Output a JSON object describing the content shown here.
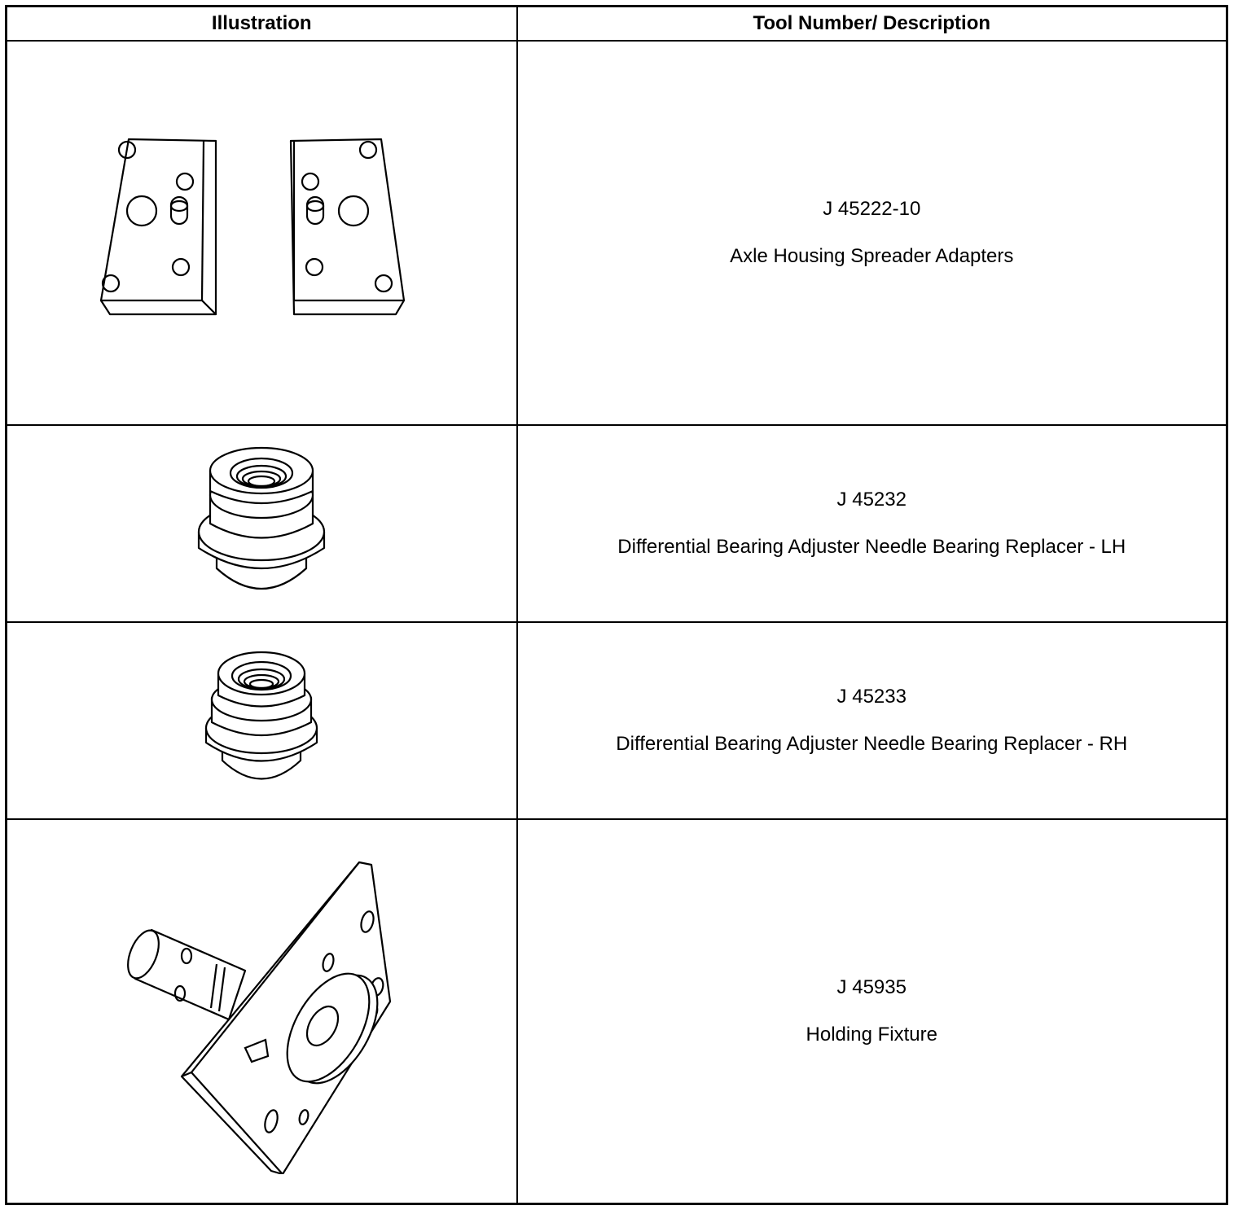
{
  "headers": {
    "illustration": "Illustration",
    "tool": "Tool Number/ Description"
  },
  "rows": [
    {
      "number": "J 45222-10",
      "description": "Axle Housing Spreader Adapters",
      "icon": "spreader-adapters-drawing"
    },
    {
      "number": "J 45232",
      "description": "Differential Bearing Adjuster Needle Bearing Replacer - LH",
      "icon": "bearing-replacer-drawing"
    },
    {
      "number": "J 45233",
      "description": "Differential Bearing Adjuster Needle Bearing Replacer - RH",
      "icon": "bearing-replacer-drawing"
    },
    {
      "number": "J 45935",
      "description": "Holding Fixture",
      "icon": "holding-fixture-drawing"
    }
  ]
}
